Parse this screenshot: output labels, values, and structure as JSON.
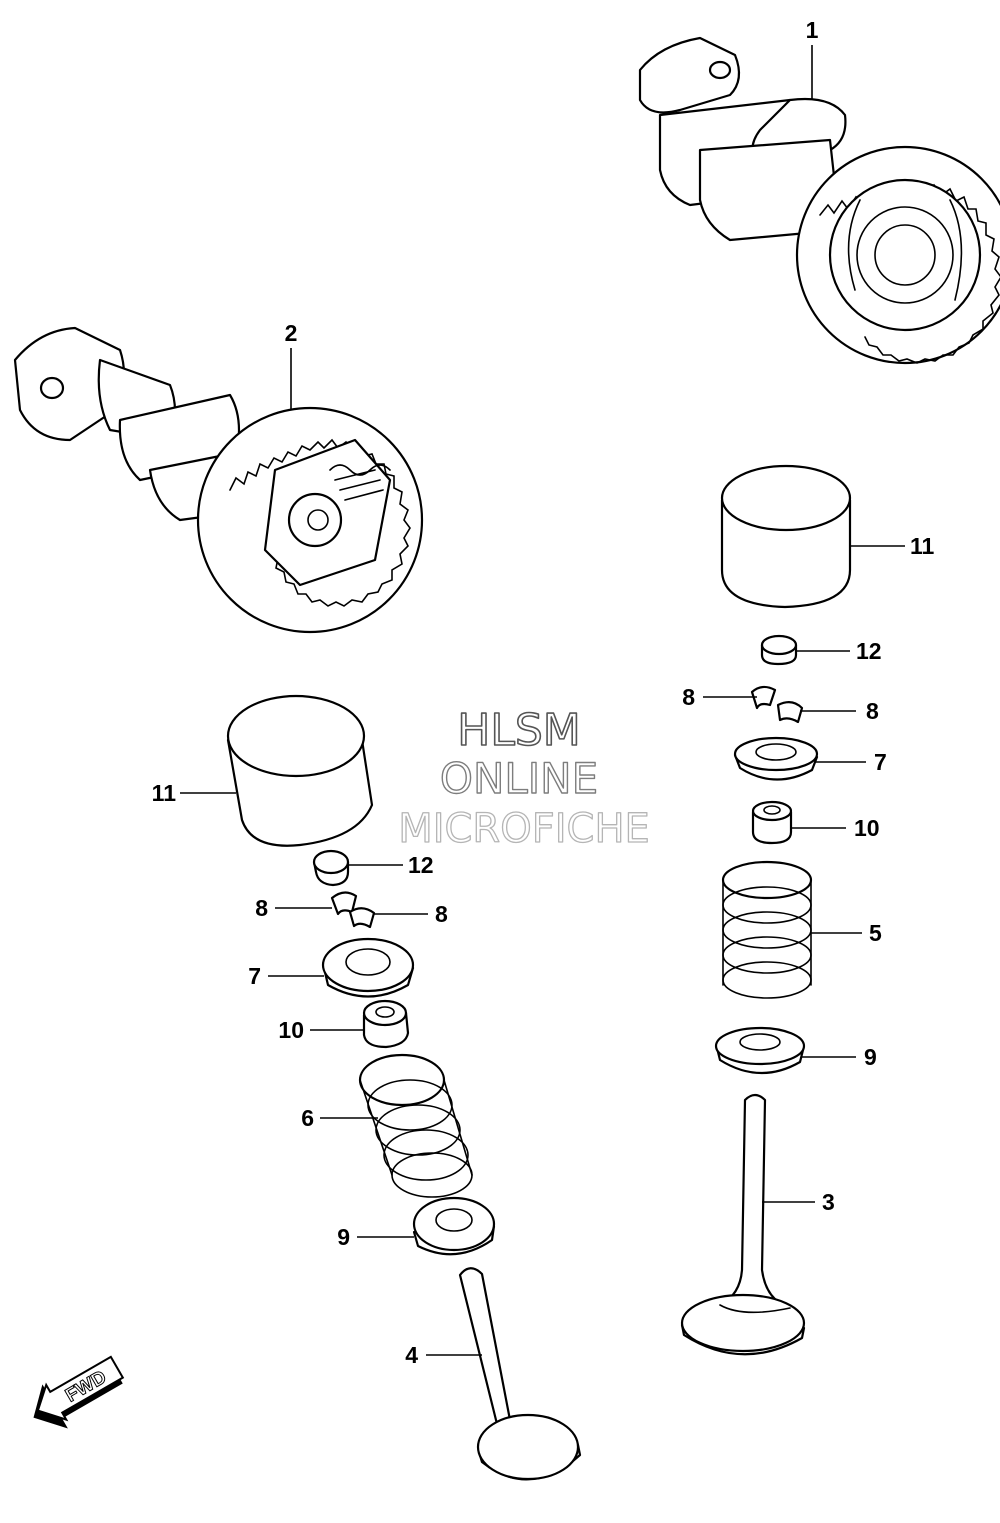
{
  "watermark": {
    "line1": "HLSM",
    "line2": "ONLINE",
    "line3": "MICROFICHE"
  },
  "direction_marker": {
    "label": "FWD",
    "icon": "fwd-arrow-icon"
  },
  "callouts": {
    "c1": "1",
    "c2": "2",
    "c3": "3",
    "c4": "4",
    "c5": "5",
    "c6": "6",
    "c7a": "7",
    "c7b": "7",
    "c8a": "8",
    "c8b": "8",
    "c8c": "8",
    "c8d": "8",
    "c9a": "9",
    "c9b": "9",
    "c10a": "10",
    "c10b": "10",
    "c11a": "11",
    "c11b": "11",
    "c12a": "12",
    "c12b": "12"
  }
}
